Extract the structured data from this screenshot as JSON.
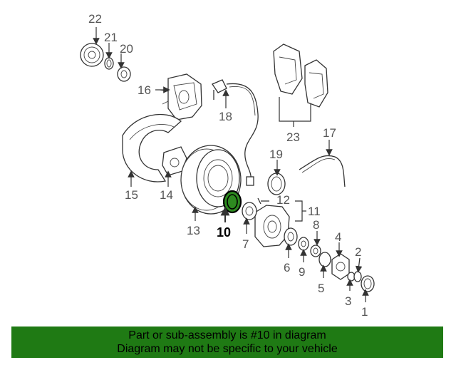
{
  "diagram": {
    "callouts": {
      "c1": "1",
      "c2": "2",
      "c3": "3",
      "c4": "4",
      "c5": "5",
      "c6": "6",
      "c7": "7",
      "c8": "8",
      "c9": "9",
      "c10": "10",
      "c11": "11",
      "c12": "12",
      "c13": "13",
      "c14": "14",
      "c15": "15",
      "c16": "16",
      "c17": "17",
      "c18": "18",
      "c19": "19",
      "c20": "20",
      "c21": "21",
      "c22": "22",
      "c23": "23"
    },
    "highlighted_part": "10",
    "highlight_color": "#2e8b20"
  },
  "banner": {
    "line1": "Part or sub-assembly is #10 in diagram",
    "line2": "Diagram may not be specific to your vehicle",
    "background_color": "#1f7a14"
  }
}
